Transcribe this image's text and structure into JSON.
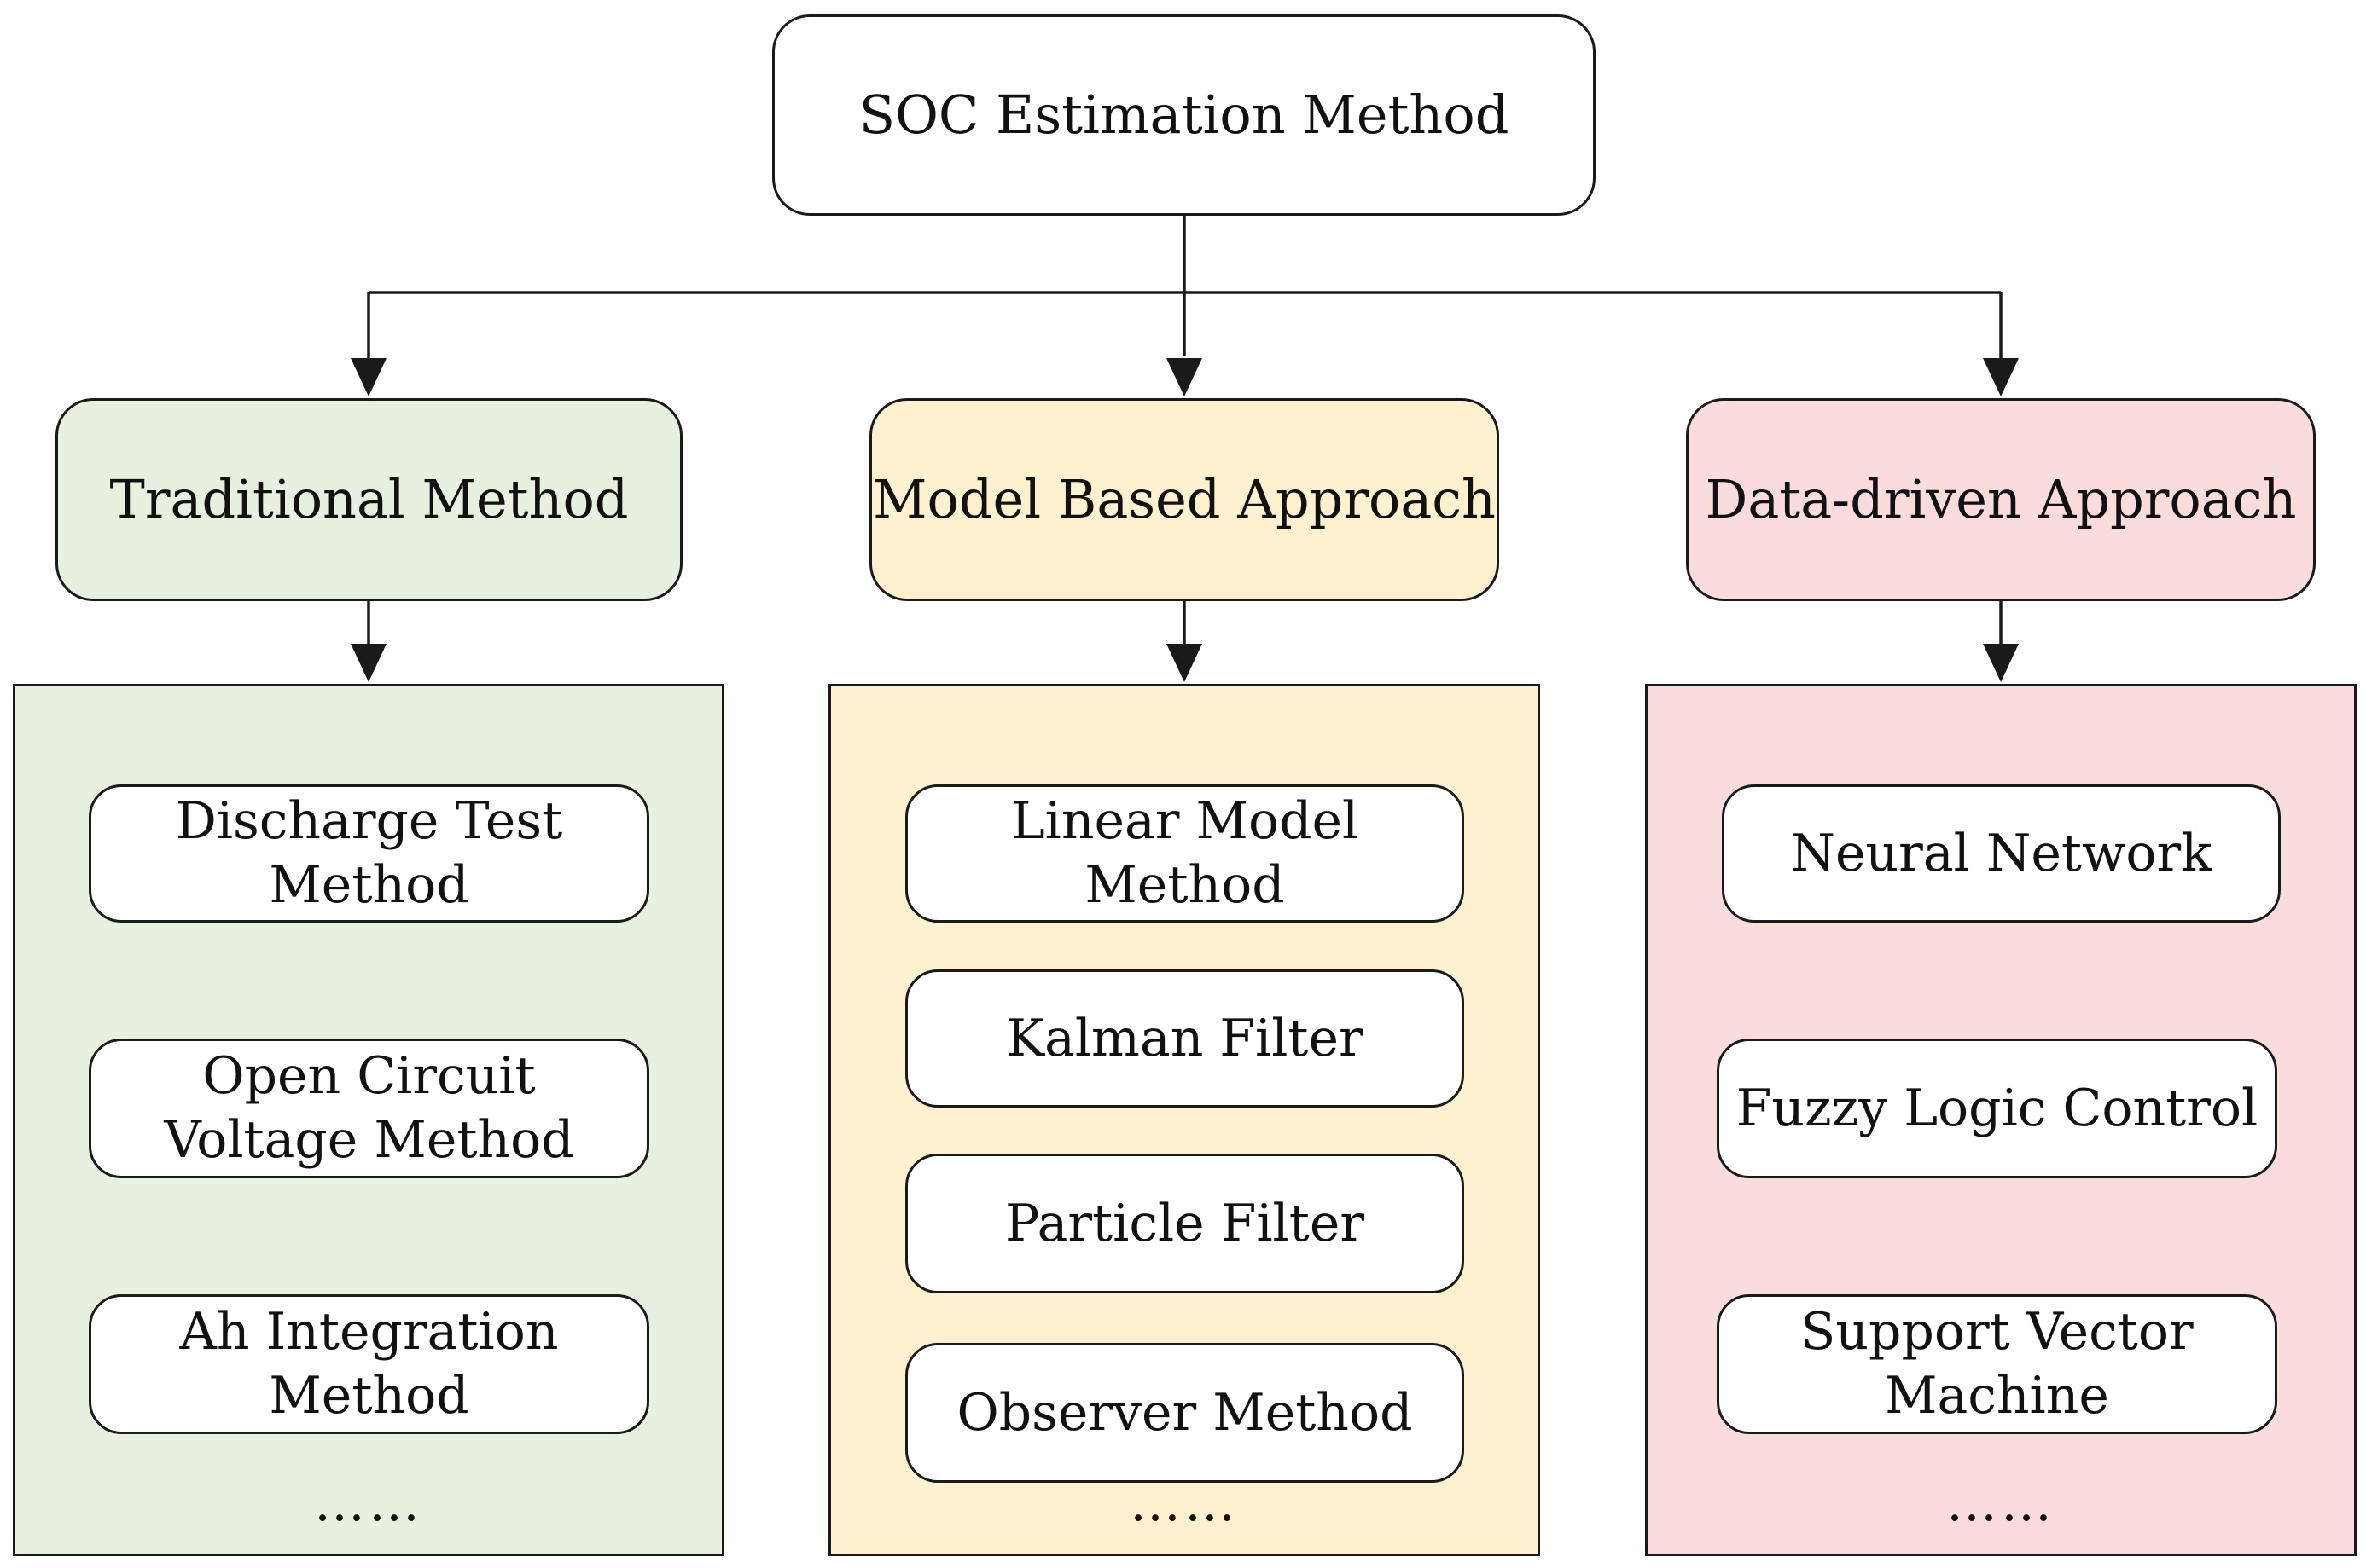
{
  "root": {
    "label": "SOC Estimation Method"
  },
  "categories": [
    {
      "label": "Traditional Method",
      "color": "#e8f0df",
      "items": [
        "Discharge Test\nMethod",
        "Open Circuit\nVoltage Method",
        "Ah Integration\nMethod"
      ],
      "more": "……"
    },
    {
      "label": "Model Based Approach",
      "color": "#fdf1cf",
      "items": [
        "Linear Model\nMethod",
        "Kalman Filter",
        "Particle Filter",
        "Observer Method"
      ],
      "more": "……"
    },
    {
      "label": "Data-driven Approach",
      "color": "#f9dcdb",
      "items": [
        "Neural Network",
        "Fuzzy Logic Control",
        "Support Vector\nMachine"
      ],
      "more": "……"
    }
  ]
}
